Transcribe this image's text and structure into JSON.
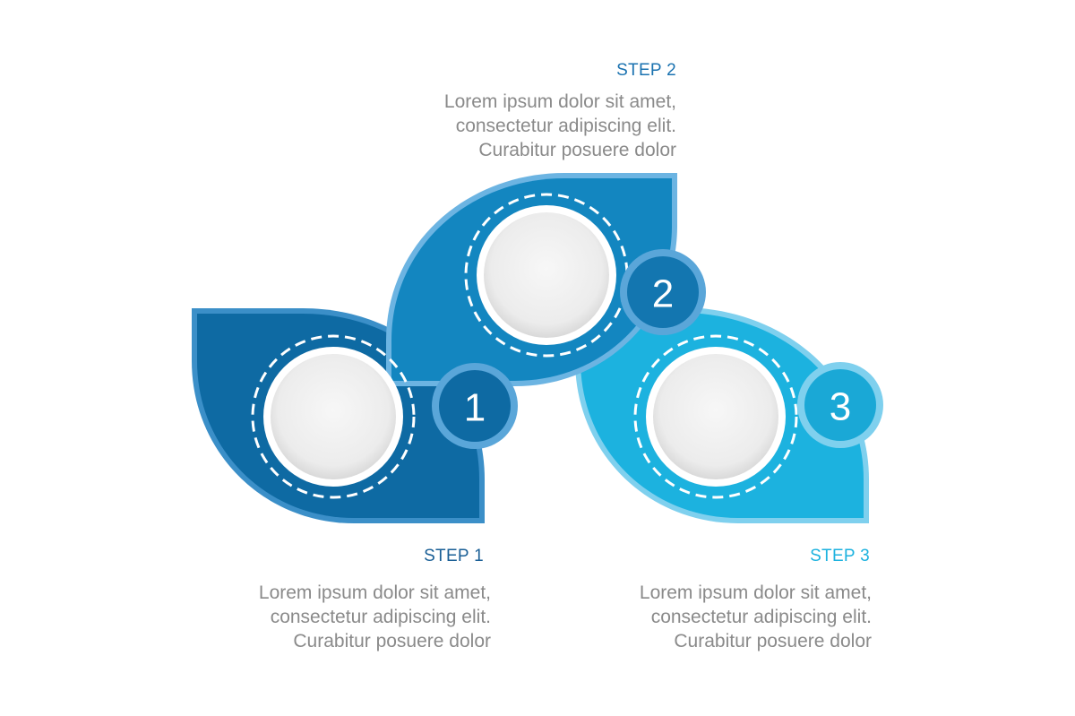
{
  "steps": [
    {
      "number": "1",
      "title": "STEP 1",
      "lines": [
        "Lorem ipsum dolor sit amet,",
        "consectetur adipiscing elit.",
        "Curabitur posuere dolor"
      ],
      "color": "#0e6aa3",
      "title_color": "#1a5f96"
    },
    {
      "number": "2",
      "title": "STEP 2",
      "lines": [
        "Lorem ipsum dolor sit amet,",
        "consectetur adipiscing elit.",
        "Curabitur posuere dolor"
      ],
      "color": "#1386c0",
      "title_color": "#1a72b0"
    },
    {
      "number": "3",
      "title": "STEP 3",
      "lines": [
        "Lorem ipsum dolor sit amet,",
        "consectetur adipiscing elit.",
        "Curabitur posuere dolor"
      ],
      "color": "#1cb2df",
      "title_color": "#1cb2df"
    }
  ]
}
